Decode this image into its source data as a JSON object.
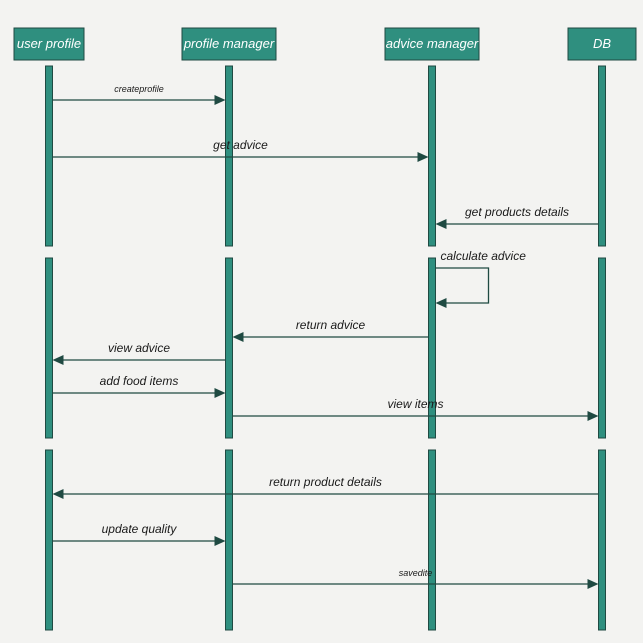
{
  "colors": {
    "lifeline": "#2f8f7f",
    "stroke": "#1f4a42",
    "background": "#f3f3f1"
  },
  "lifelines": [
    {
      "id": "user",
      "label": "user profile"
    },
    {
      "id": "pm",
      "label": "profile manager"
    },
    {
      "id": "am",
      "label": "advice manager"
    },
    {
      "id": "db",
      "label": "DB"
    }
  ],
  "messages": [
    {
      "from": "user",
      "to": "pm",
      "label": "createprofile",
      "size": "small"
    },
    {
      "from": "user",
      "to": "am",
      "label": "get advice"
    },
    {
      "from": "db",
      "to": "am",
      "label": "get products details"
    },
    {
      "from": "am",
      "to": "am",
      "label": "calculate advice",
      "self": true
    },
    {
      "from": "am",
      "to": "pm",
      "label": "return advice"
    },
    {
      "from": "pm",
      "to": "user",
      "label": "view advice"
    },
    {
      "from": "user",
      "to": "pm",
      "label": "add food items"
    },
    {
      "from": "pm",
      "to": "db",
      "label": "view items"
    },
    {
      "from": "db",
      "to": "user",
      "label": "return product details"
    },
    {
      "from": "user",
      "to": "pm",
      "label": "update quality"
    },
    {
      "from": "pm",
      "to": "db",
      "label": "savedite",
      "size": "small"
    }
  ]
}
